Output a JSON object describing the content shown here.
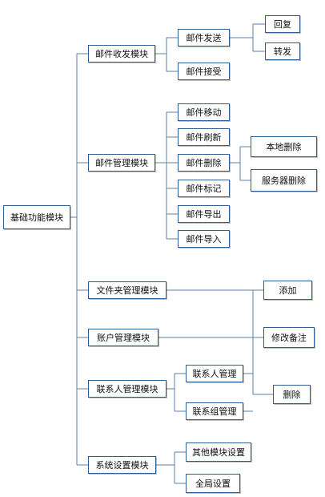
{
  "nodes": {
    "root": "基础功能模块",
    "mail_send_recv": "邮件收发模块",
    "mail_send": "邮件发送",
    "reply": "回复",
    "forward": "转发",
    "mail_receive": "邮件接受",
    "mail_manage": "邮件管理模块",
    "mail_move": "邮件移动",
    "mail_refresh": "邮件刷新",
    "mail_delete": "邮件删除",
    "local_delete": "本地删除",
    "server_delete": "服务器删除",
    "mail_mark": "邮件标记",
    "mail_export": "邮件导出",
    "mail_import": "邮件导入",
    "folder_manage": "文件夹管理模块",
    "add": "添加",
    "account_manage": "账户管理模块",
    "edit_note": "修改备注",
    "contact_manage": "联系人管理模块",
    "contact_mgmt": "联系人管理",
    "contact_group_mgmt": "联系组管理",
    "remove": "删除",
    "system_settings": "系统设置模块",
    "other_module_settings": "其他模块设置",
    "global_settings": "全局设置"
  },
  "colors": {
    "line": "#5b7fa8",
    "border": "#2f5f91"
  }
}
